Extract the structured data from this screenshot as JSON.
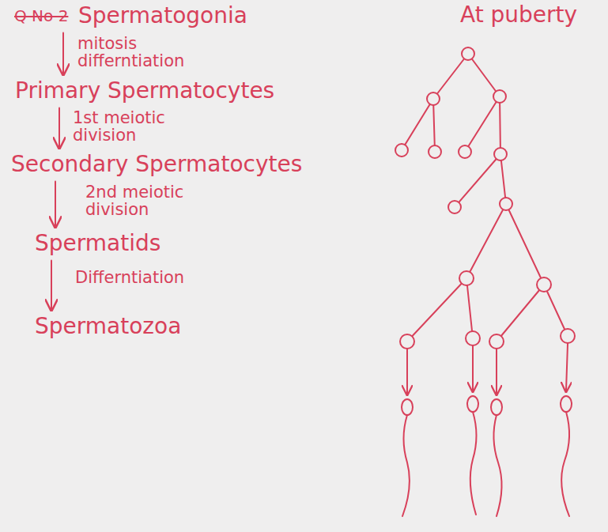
{
  "diagram": {
    "nodes": [
      {
        "text": [
          "Spermatogonia"
        ]
      },
      {
        "text": [
          "Primary Spermatocytes"
        ]
      },
      {
        "text": [
          "Secondary Spermatocytes"
        ]
      },
      {
        "text": [
          "Spermatids"
        ]
      },
      {
        "text": [
          "Spermatozoa"
        ]
      }
    ],
    "edges": [
      {
        "from": 0,
        "to": 1,
        "arrow": "to",
        "label": "mitosis differntiation"
      },
      {
        "from": 1,
        "to": 2,
        "arrow": "to",
        "label": "1st meiotic division"
      },
      {
        "from": 2,
        "to": 3,
        "arrow": "to",
        "label": "2nd meiotic division"
      },
      {
        "from": 3,
        "to": 4,
        "arrow": "to",
        "label": "Differntiation"
      }
    ],
    "labels": [
      "Q No 2",
      "At puberty"
    ]
  }
}
